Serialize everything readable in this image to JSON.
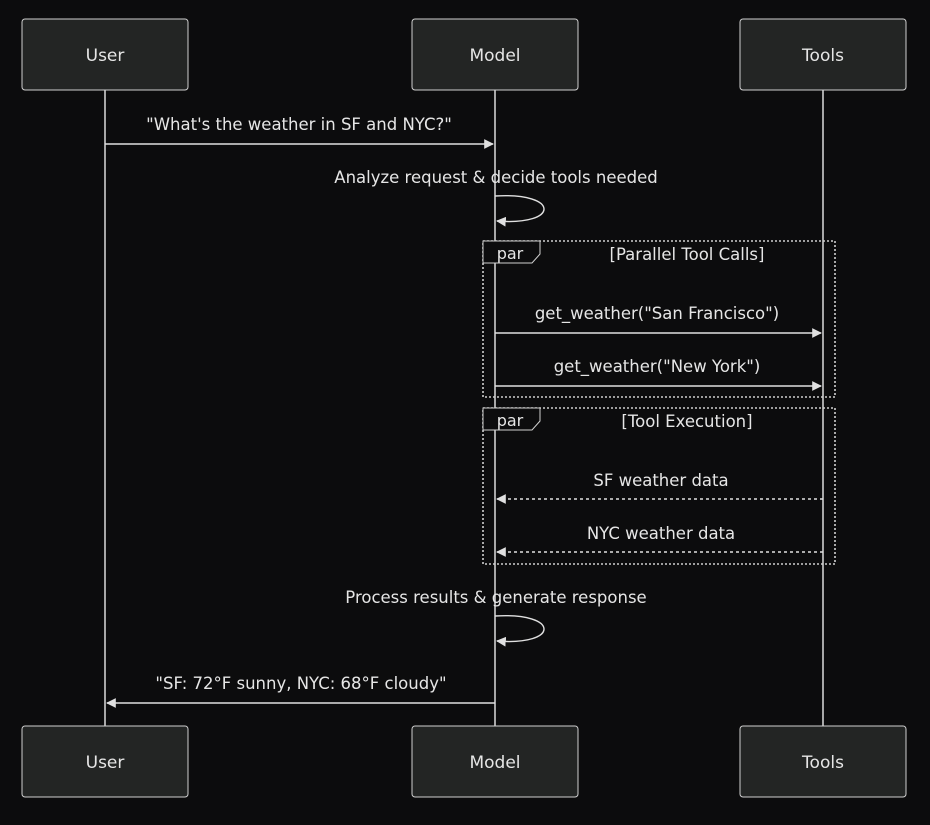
{
  "actors": [
    {
      "id": "user",
      "label": "User"
    },
    {
      "id": "model",
      "label": "Model"
    },
    {
      "id": "tools",
      "label": "Tools"
    }
  ],
  "messages": [
    {
      "id": "m1",
      "from": "user",
      "to": "model",
      "text": "\"What's the weather in SF and NYC?\"",
      "style": "solid"
    },
    {
      "id": "m2",
      "from": "model",
      "to": "model",
      "text": "Analyze request & decide tools needed",
      "style": "self"
    },
    {
      "id": "m3",
      "from": "model",
      "to": "tools",
      "text": "get_weather(\"San Francisco\")",
      "style": "solid"
    },
    {
      "id": "m4",
      "from": "model",
      "to": "tools",
      "text": "get_weather(\"New York\")",
      "style": "solid"
    },
    {
      "id": "m5",
      "from": "tools",
      "to": "model",
      "text": "SF weather data",
      "style": "dashed"
    },
    {
      "id": "m6",
      "from": "tools",
      "to": "model",
      "text": "NYC weather data",
      "style": "dashed"
    },
    {
      "id": "m7",
      "from": "model",
      "to": "model",
      "text": "Process results & generate response",
      "style": "self"
    },
    {
      "id": "m8",
      "from": "model",
      "to": "user",
      "text": "\"SF: 72°F sunny, NYC: 68°F cloudy\"",
      "style": "solid"
    }
  ],
  "frames": [
    {
      "id": "f1",
      "keyword": "par",
      "condition": "[Parallel Tool Calls]"
    },
    {
      "id": "f2",
      "keyword": "par",
      "condition": "[Tool Execution]"
    }
  ],
  "colors": {
    "background": "#0c0c0d",
    "actor_fill": "#232524",
    "line": "#cfcfcf",
    "text": "#e6e6e6"
  }
}
